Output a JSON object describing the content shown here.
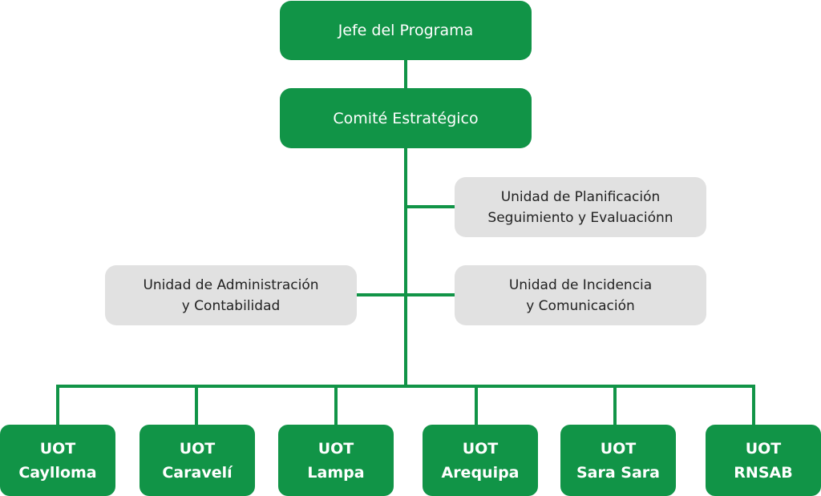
{
  "colors": {
    "primary_green": "#119447",
    "secondary_grey": "#e1e1e1",
    "connector": "#119447"
  },
  "boxes": {
    "jefe": "Jefe del Programa",
    "comite": "Comité Estratégico",
    "planificacion": {
      "line1": "Unidad de Planificación",
      "line2": "Seguimiento y Evaluaciónn"
    },
    "administracion": {
      "line1": "Unidad de Administración",
      "line2": "y Contabilidad"
    },
    "incidencia": {
      "line1": "Unidad de Incidencia",
      "line2": "y Comunicación"
    }
  },
  "uots": [
    {
      "line1": "UOT",
      "line2": "Caylloma"
    },
    {
      "line1": "UOT",
      "line2": "Caravelí"
    },
    {
      "line1": "UOT",
      "line2": "Lampa"
    },
    {
      "line1": "UOT",
      "line2": "Arequipa"
    },
    {
      "line1": "UOT",
      "line2": "Sara Sara"
    },
    {
      "line1": "UOT",
      "line2": "RNSAB"
    }
  ]
}
